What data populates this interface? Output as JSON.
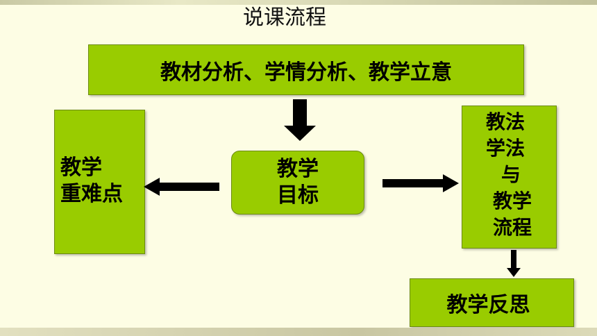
{
  "title": "说课流程",
  "nodes": {
    "top": "教材分析、学情分析、教学立意",
    "left": [
      "教学",
      "重难点"
    ],
    "center": [
      "教学",
      "目标"
    ],
    "right": [
      "教法",
      "学法",
      "与",
      "教学",
      "流程"
    ],
    "bottom": "教学反思"
  },
  "colors": {
    "box_fill": "#99cc00",
    "arrow": "#000000",
    "background": "#fdfde4"
  }
}
